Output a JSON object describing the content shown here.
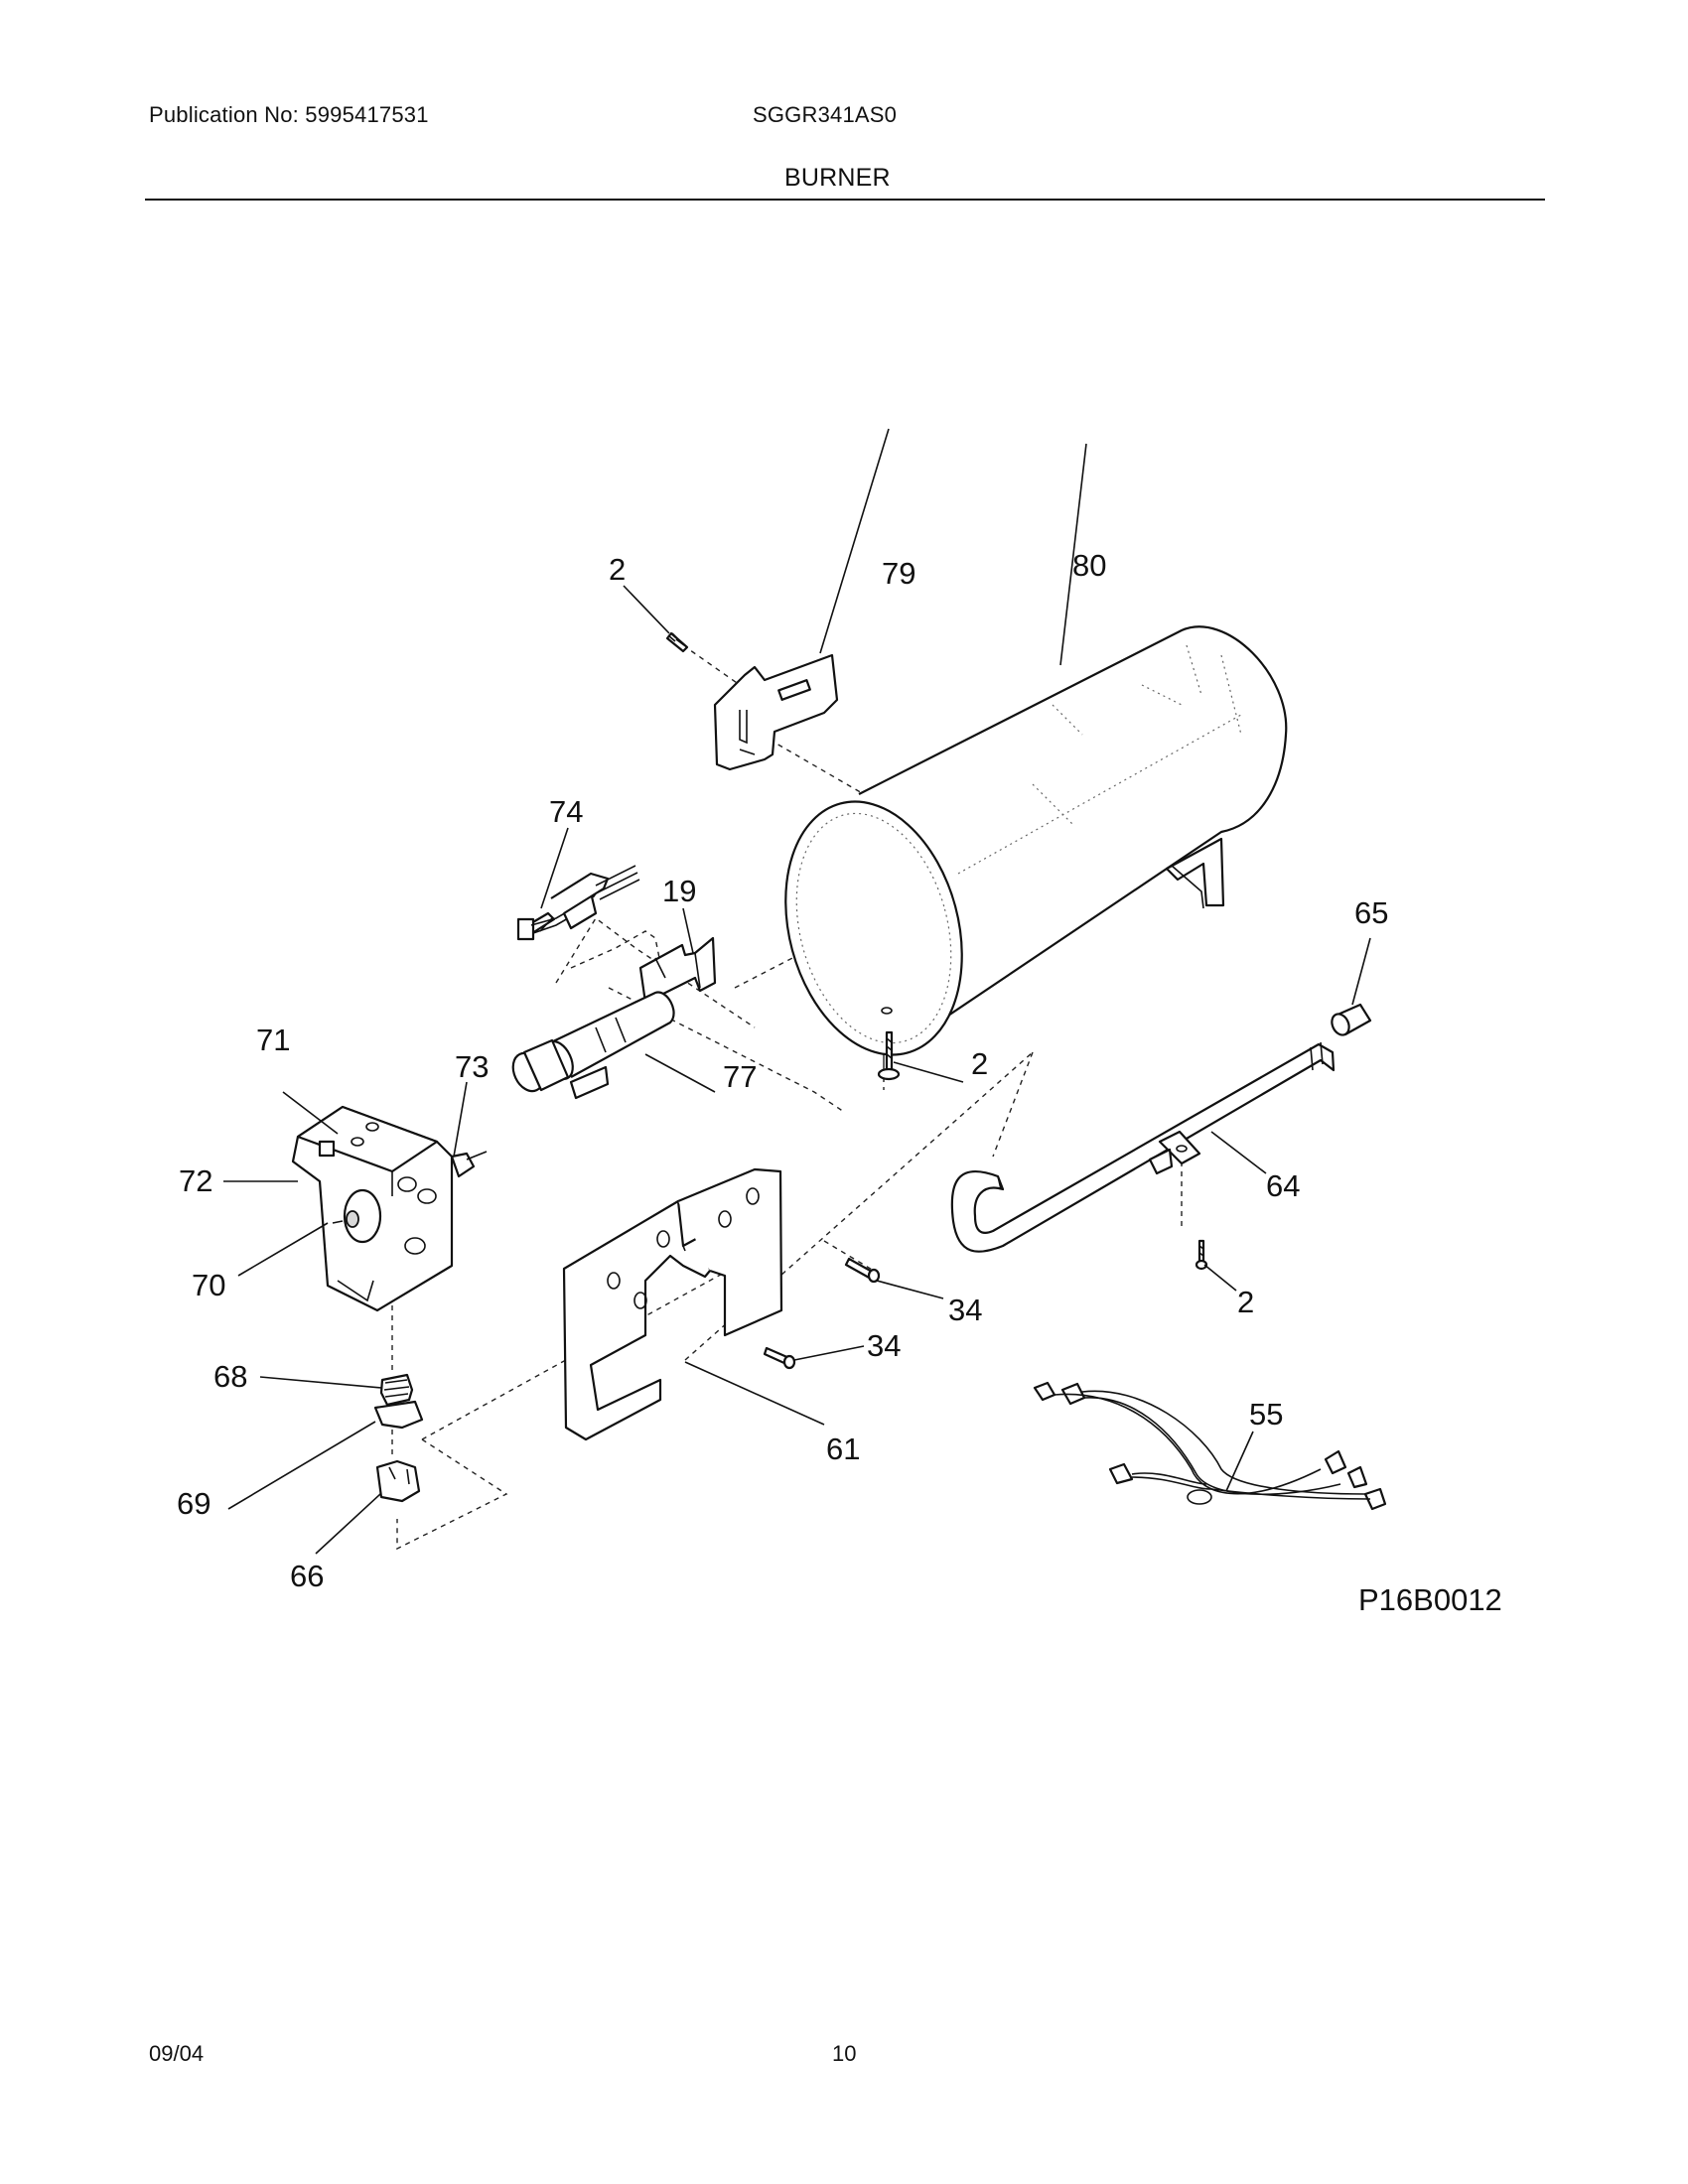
{
  "header": {
    "publication": "Publication No: 5995417531",
    "model": "SGGR341AS0",
    "section": "BURNER"
  },
  "diagram": {
    "reference_code": "P16B0012",
    "callouts": {
      "c2a": "2",
      "c79": "79",
      "c80": "80",
      "c74": "74",
      "c19": "19",
      "c65": "65",
      "c71": "71",
      "c73": "73",
      "c77": "77",
      "c2b": "2",
      "c72": "72",
      "c64": "64",
      "c70": "70",
      "c34a": "34",
      "c2c": "2",
      "c34b": "34",
      "c68": "68",
      "c55": "55",
      "c61": "61",
      "c69": "69",
      "c66": "66"
    }
  },
  "footer": {
    "date": "09/04",
    "page": "10"
  }
}
